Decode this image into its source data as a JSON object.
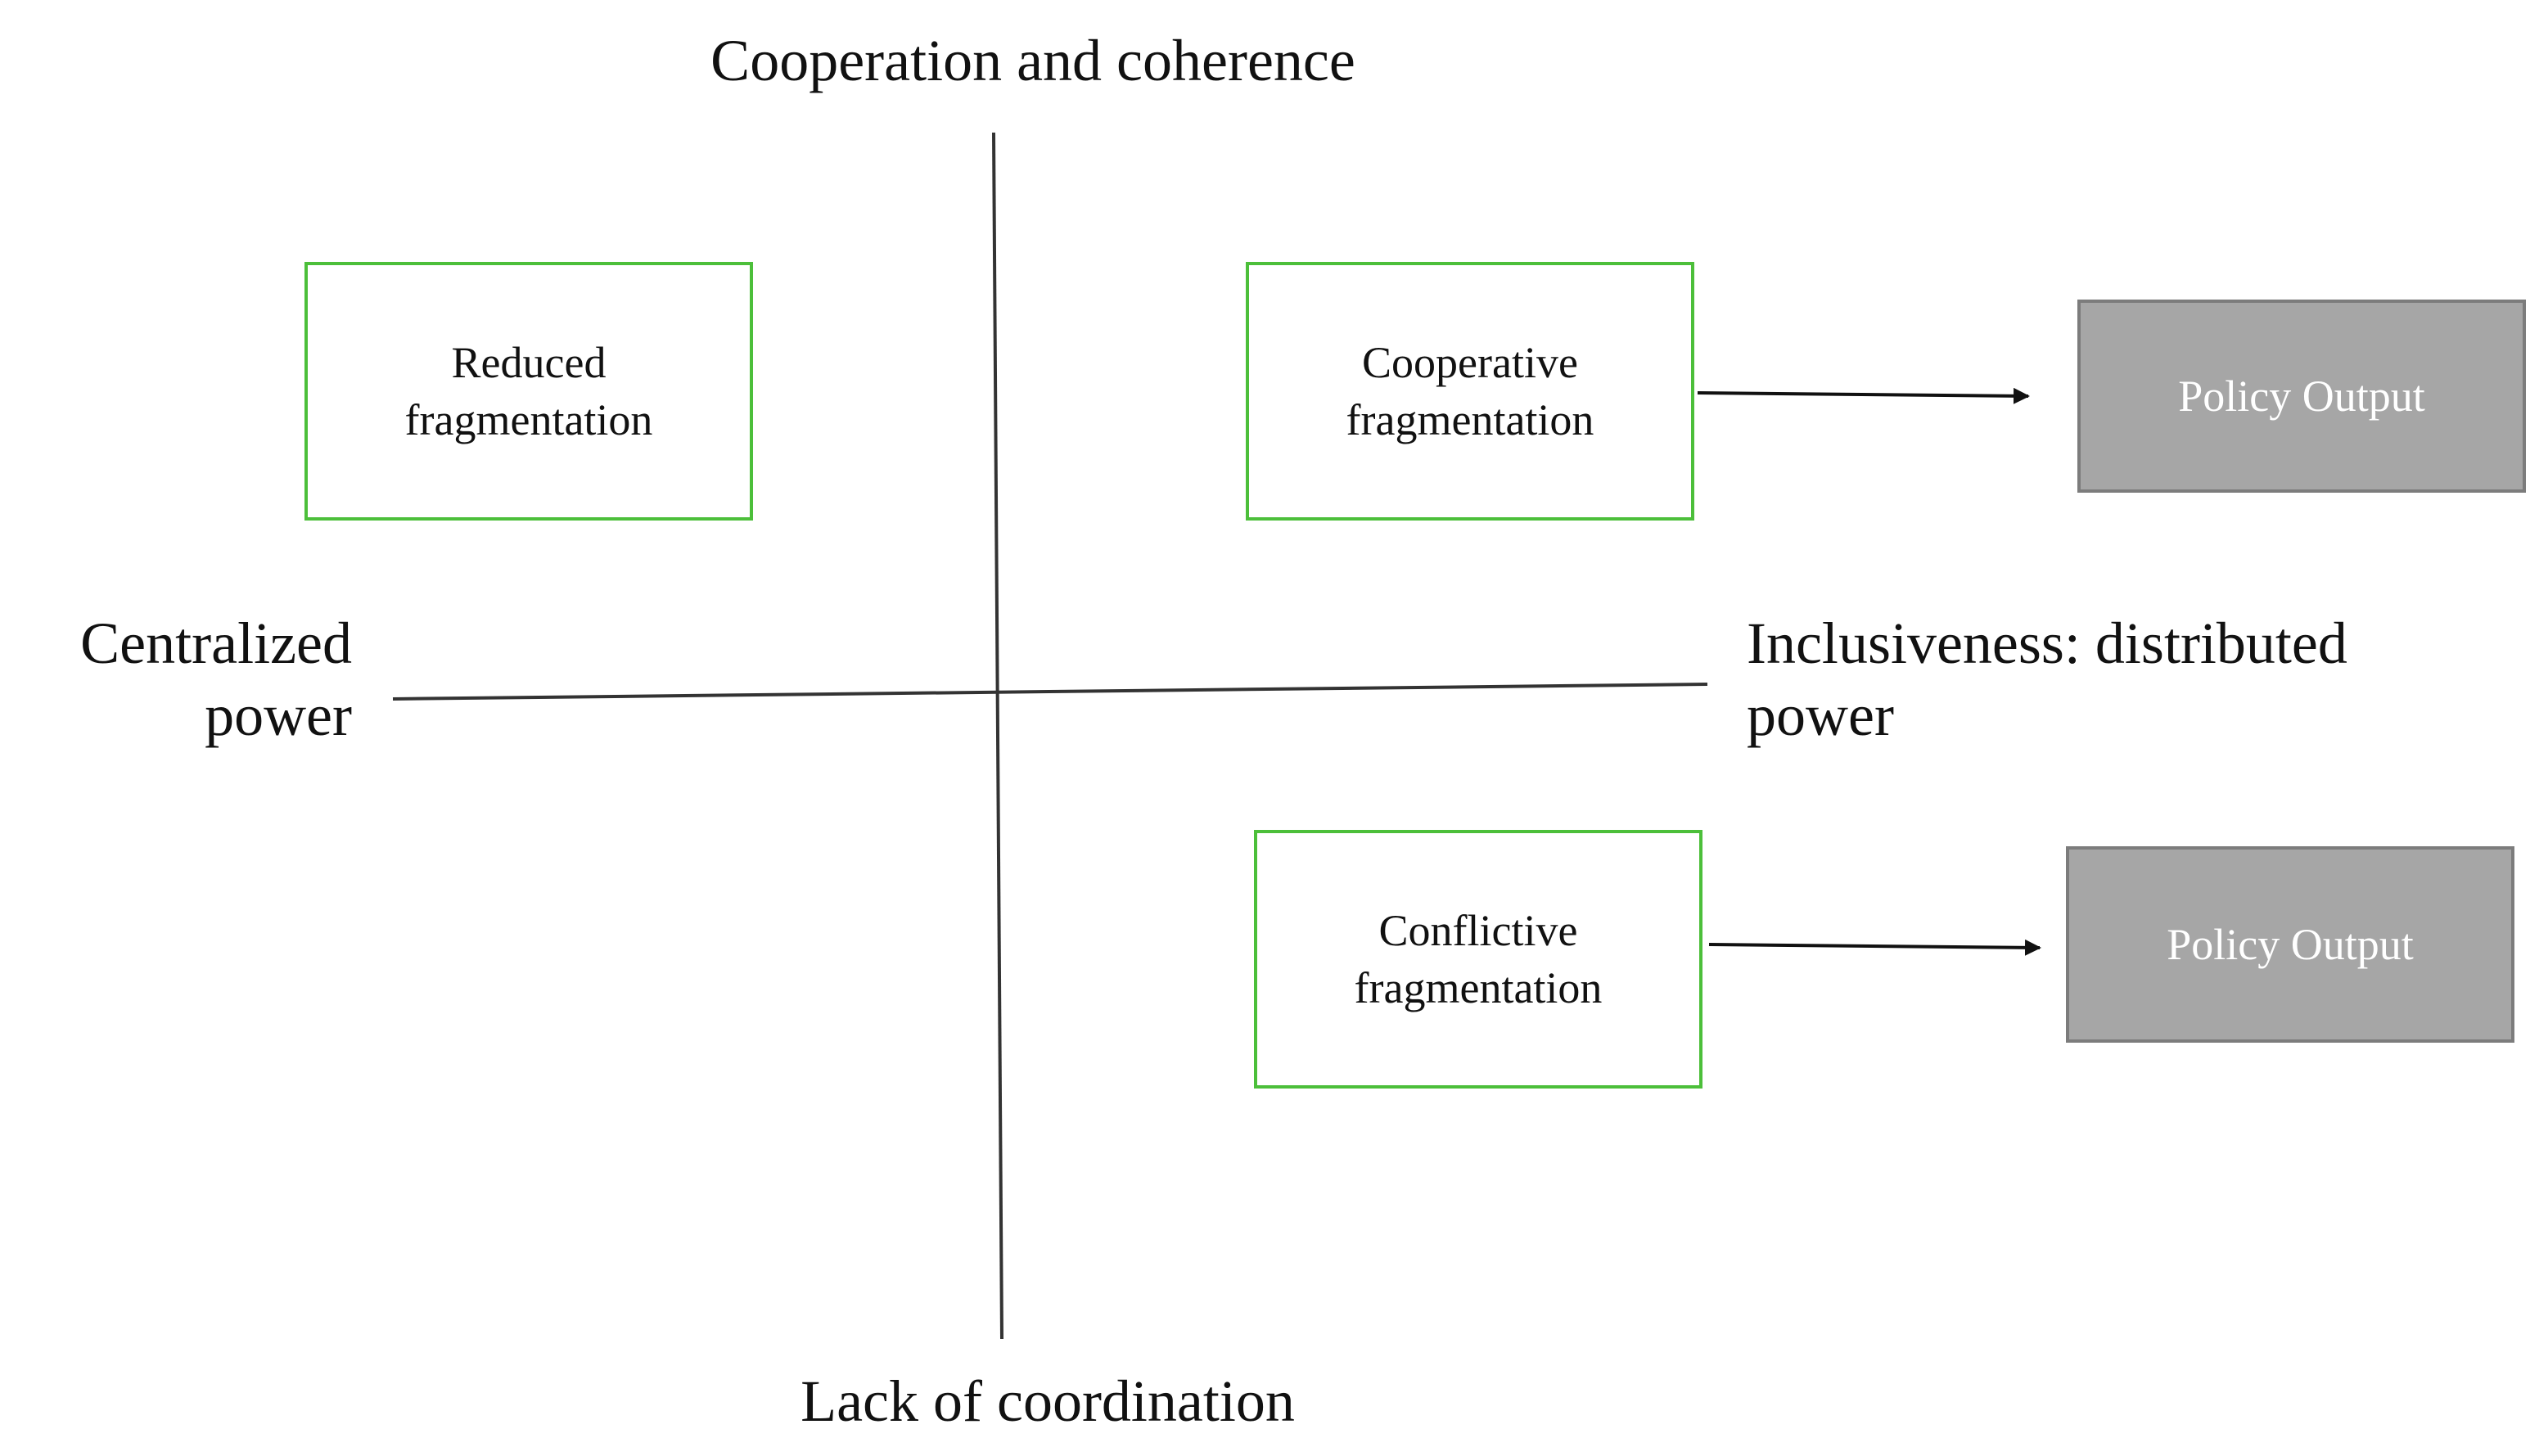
{
  "axes": {
    "top_label": "Cooperation and coherence",
    "bottom_label": "Lack of coordination",
    "left_label": "Centralized power",
    "right_label": "Inclusiveness: distributed power"
  },
  "boxes": {
    "reduced": "Reduced fragmentation",
    "cooperative": "Cooperative fragmentation",
    "conflictive": "Conflictive fragmentation",
    "output_top": "Policy Output",
    "output_bottom": "Policy Output"
  },
  "colors": {
    "quadrant_box_border": "#4cbf3a",
    "output_box_fill": "#a6a6a6",
    "output_box_border": "#7c7c7c",
    "output_text": "#ffffff",
    "axis_line": "#333333"
  }
}
